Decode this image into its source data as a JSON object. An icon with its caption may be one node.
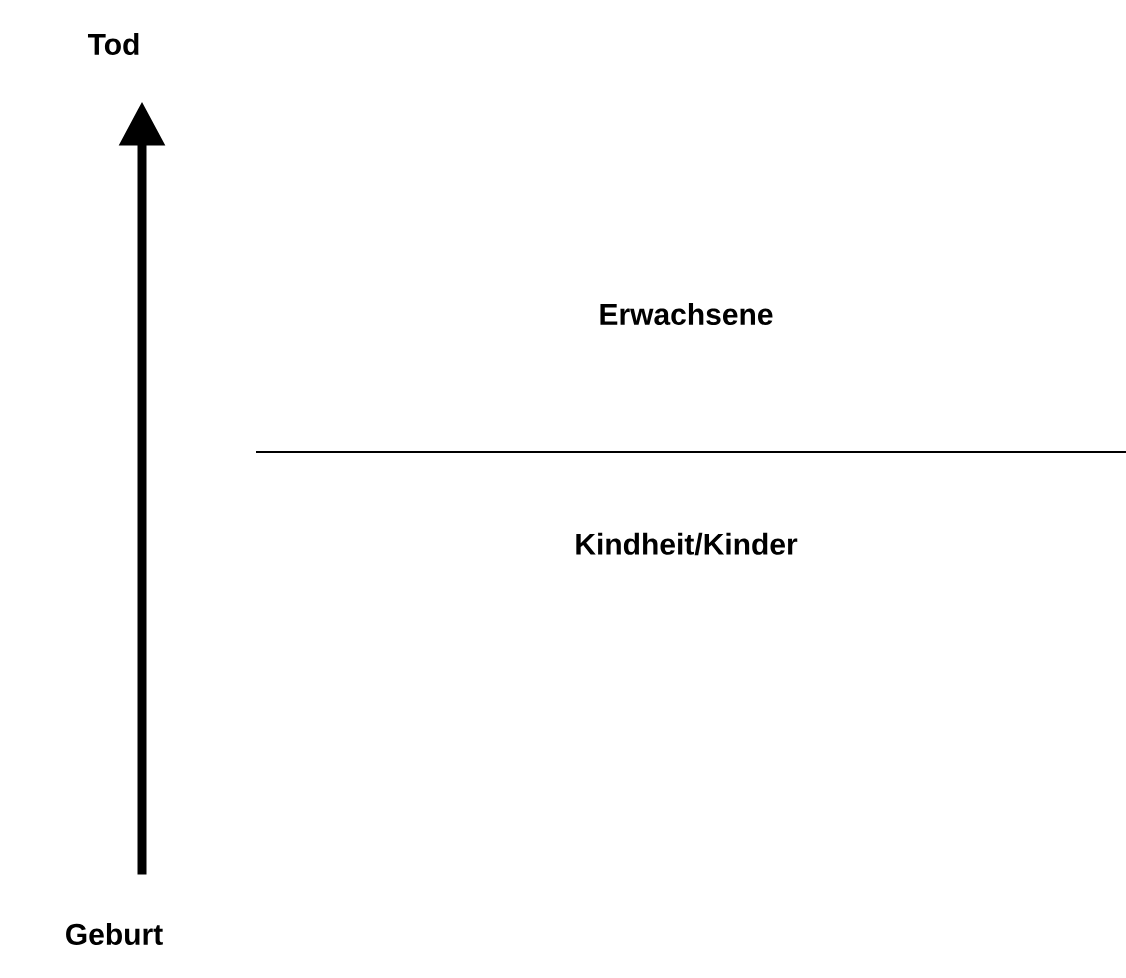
{
  "diagram": {
    "nodes": [
      {
        "text": [
          "Tod"
        ]
      },
      {
        "text": [
          "Geburt"
        ]
      }
    ],
    "edges": [
      {
        "from": 1,
        "to": 0,
        "arrow": "to"
      }
    ],
    "labels": [
      "Erwachsene",
      "Kindheit/Kinder"
    ]
  }
}
